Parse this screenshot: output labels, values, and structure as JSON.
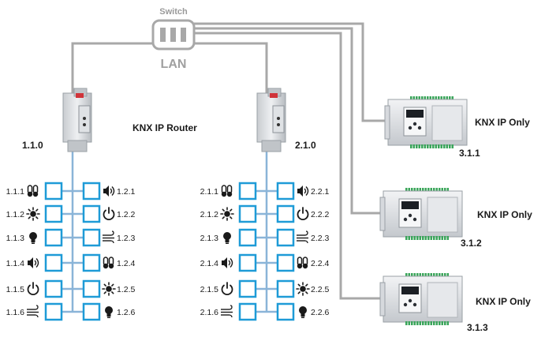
{
  "switch": {
    "label": "Switch",
    "network_label": "LAN"
  },
  "devices": {
    "router_1": {
      "label": "KNX IP Router",
      "address": "1.1.0"
    },
    "router_2": {
      "address": "2.1.0"
    },
    "ip_only_1": {
      "label": "KNX IP Only",
      "address": "3.1.1"
    },
    "ip_only_2": {
      "label": "KNX IP Only",
      "address": "3.1.2"
    },
    "ip_only_3": {
      "label": "KNX IP Only",
      "address": "3.1.3"
    }
  },
  "line_1": {
    "left": [
      {
        "address": "1.1.1",
        "icon": "thermometer-icon"
      },
      {
        "address": "1.1.2",
        "icon": "sun-icon"
      },
      {
        "address": "1.1.3",
        "icon": "bulb-icon"
      },
      {
        "address": "1.1.4",
        "icon": "speaker-icon"
      },
      {
        "address": "1.1.5",
        "icon": "power-icon"
      },
      {
        "address": "1.1.6",
        "icon": "wind-icon"
      }
    ],
    "right": [
      {
        "address": "1.2.1",
        "icon": "speaker-icon"
      },
      {
        "address": "1.2.2",
        "icon": "power-icon"
      },
      {
        "address": "1.2.3",
        "icon": "wind-icon"
      },
      {
        "address": "1.2.4",
        "icon": "thermometer-icon"
      },
      {
        "address": "1.2.5",
        "icon": "sun-icon"
      },
      {
        "address": "1.2.6",
        "icon": "bulb-icon"
      }
    ]
  },
  "line_2": {
    "left": [
      {
        "address": "2.1.1",
        "icon": "thermometer-icon"
      },
      {
        "address": "2.1.2",
        "icon": "sun-icon"
      },
      {
        "address": "2.1.3",
        "icon": "bulb-icon"
      },
      {
        "address": "2.1.4",
        "icon": "speaker-icon"
      },
      {
        "address": "2.1.5",
        "icon": "power-icon"
      },
      {
        "address": "2.1.6",
        "icon": "wind-icon"
      }
    ],
    "right": [
      {
        "address": "2.2.1",
        "icon": "speaker-icon"
      },
      {
        "address": "2.2.2",
        "icon": "power-icon"
      },
      {
        "address": "2.2.3",
        "icon": "wind-icon"
      },
      {
        "address": "2.2.4",
        "icon": "thermometer-icon"
      },
      {
        "address": "2.2.5",
        "icon": "sun-icon"
      },
      {
        "address": "2.2.6",
        "icon": "bulb-icon"
      }
    ]
  },
  "colors": {
    "lan_cable": "#a8a8a8",
    "knx_bus": "#8ab4d8",
    "device_box": "#1e9bd7",
    "text": "#1a1a1a"
  }
}
